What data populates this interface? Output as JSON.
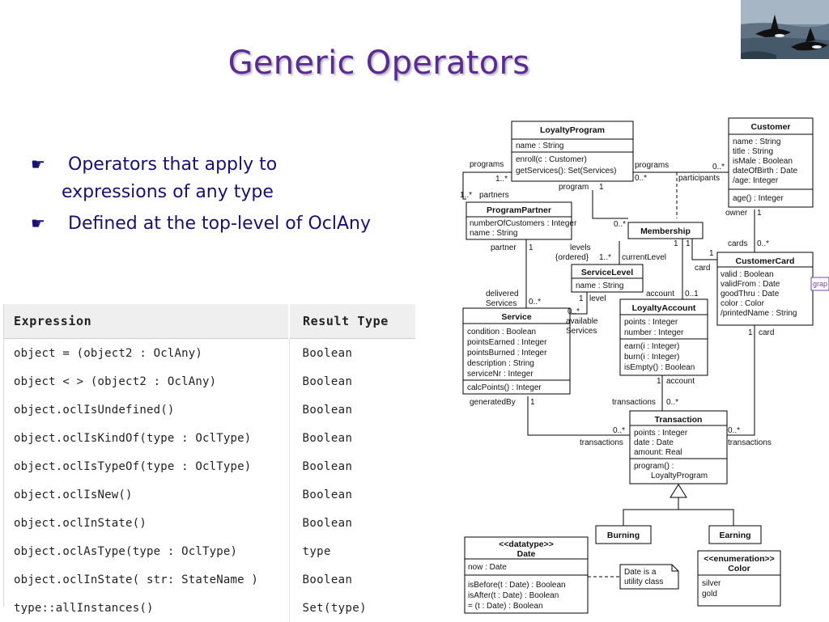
{
  "title": "Generic Operators",
  "bullets": [
    {
      "line1": "Operators that apply to",
      "line2": "expressions of any type"
    },
    {
      "line1": "Defined at the top-level of OclAny"
    }
  ],
  "table": {
    "headers": [
      "Expression",
      "Result Type"
    ],
    "rows": [
      [
        "object = (object2 : OclAny)",
        "Boolean"
      ],
      [
        "object < > (object2 : OclAny)",
        "Boolean"
      ],
      [
        "object.oclIsUndefined()",
        "Boolean"
      ],
      [
        "object.oclIsKindOf(type : OclType)",
        "Boolean"
      ],
      [
        "object.oclIsTypeOf(type : OclType)",
        "Boolean"
      ],
      [
        "object.oclIsNew()",
        "Boolean"
      ],
      [
        "object.oclInState()",
        "Boolean"
      ],
      [
        "object.oclAsType(type : OclType)",
        "type"
      ],
      [
        "object.oclInState( str: StateName )",
        "Boolean"
      ],
      [
        "type::allInstances()",
        "Set(type)"
      ]
    ]
  },
  "diagram": {
    "classes": {
      "loyalty_program": {
        "name": "LoyaltyProgram",
        "attrs": [
          "name : String"
        ],
        "ops": [
          "enroll(c : Customer)",
          "getServices(): Set(Services)"
        ]
      },
      "customer": {
        "name": "Customer",
        "attrs": [
          "name : String",
          "title : String",
          "isMale : Boolean",
          "dateOfBirth : Date",
          "/age: Integer"
        ],
        "ops": [
          "age() : Integer"
        ]
      },
      "program_partner": {
        "name": "ProgramPartner",
        "attrs": [
          "numberOfCustomers : Integer",
          "name : String"
        ]
      },
      "membership": {
        "name": "Membership"
      },
      "service_level": {
        "name": "ServiceLevel",
        "attrs": [
          "name : String"
        ]
      },
      "customer_card": {
        "name": "CustomerCard",
        "attrs": [
          "valid : Boolean",
          "validFrom : Date",
          "goodThru : Date",
          "color : Color",
          "/printedName : String"
        ]
      },
      "service": {
        "name": "Service",
        "attrs": [
          "condition : Boolean",
          "pointsEarned : Integer",
          "pointsBurned : Integer",
          "description : String",
          "serviceNr : Integer"
        ],
        "ops": [
          "calcPoints() : Integer"
        ]
      },
      "loyalty_account": {
        "name": "LoyaltyAccount",
        "attrs": [
          "points : Integer",
          "number : Integer"
        ],
        "ops": [
          "earn(i : Integer)",
          "burn(i : Integer)",
          "isEmpty() : Boolean"
        ]
      },
      "transaction": {
        "name": "Transaction",
        "attrs": [
          "points : Integer",
          "date : Date",
          "amount: Real"
        ],
        "ops": [
          "program() :",
          "LoyaltyProgram"
        ]
      },
      "burning": {
        "name": "Burning"
      },
      "earning": {
        "name": "Earning"
      },
      "date": {
        "stereotype": "<<datatype>>",
        "name": "Date",
        "attrs": [
          "now : Date"
        ],
        "ops": [
          "isBefore(t : Date) : Boolean",
          "isAfter(t : Date) : Boolean",
          "= (t : Date) : Boolean"
        ]
      },
      "color": {
        "stereotype": "<<enumeration>>",
        "name": "Color",
        "attrs": [
          "silver",
          "gold"
        ]
      }
    },
    "note": [
      "Date is a",
      "utility class"
    ],
    "clipped_label": "grap",
    "labels": {
      "programs_left": "programs",
      "mult_1n_a": "1..*",
      "mult_1n_b": "1..*",
      "partners": "partners",
      "program": "program",
      "one_program": "1",
      "programs_right": "programs",
      "mult_0n_a": "0..*",
      "mult_0n_b": "0..*",
      "participants": "participants",
      "owner": "owner",
      "one_owner": "1",
      "mult_0n_c": "0..*",
      "one_m1": "1",
      "one_m2": "1",
      "one_m3": "1",
      "cards": "cards",
      "mult_0n_d": "0..*",
      "card": "card",
      "partner": "partner",
      "one_partner": "1",
      "levels": "levels",
      "ordered": "{ordered}",
      "mult_1n_c": "1..*",
      "currentLevel": "currentLevel",
      "account": "account",
      "mult_01": "0..1",
      "delivered": "delivered",
      "services": "Services",
      "mult_0n_e": "0..*",
      "one_level": "1",
      "level": "level",
      "mult_0n_f": "0..*",
      "available": "available",
      "services2": "Services",
      "one_card": "1",
      "card2": "card",
      "one_account": "1",
      "account2": "account",
      "transactions": "transactions",
      "mult_0n_g": "0..*",
      "generatedBy": "generatedBy",
      "one_gen": "1",
      "mult_0n_h": "0..*",
      "transactions2": "transactions",
      "mult_0n_i": "0..*",
      "transactions3": "transactions"
    }
  }
}
